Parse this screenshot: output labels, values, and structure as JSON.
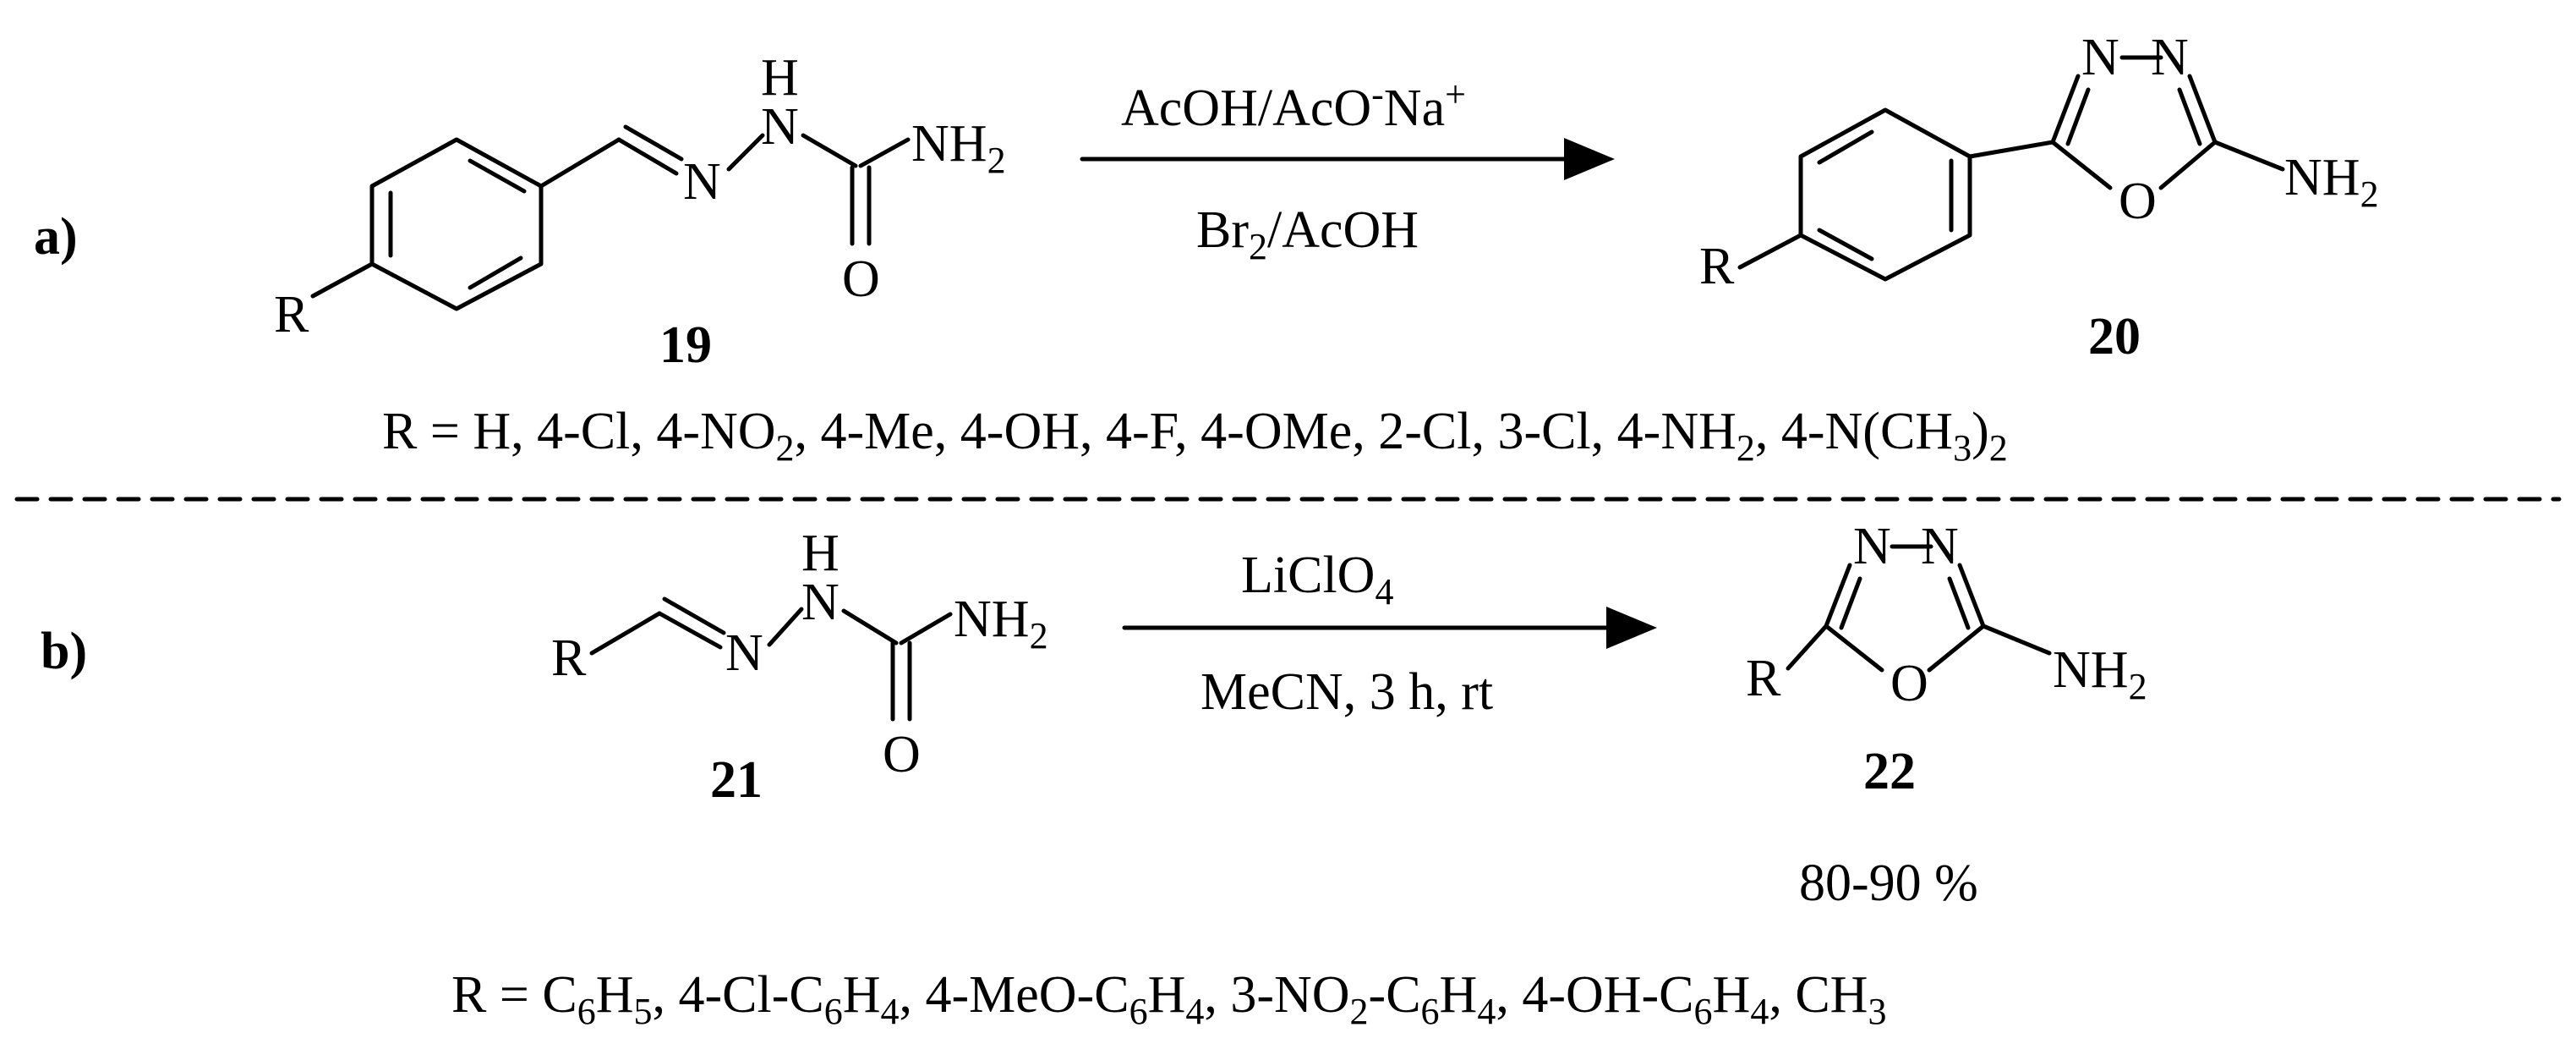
{
  "scheme_a": {
    "label": "a)",
    "reactant": {
      "number": "19",
      "substituent": "R",
      "atoms": {
        "n1": "N",
        "nh_n": "N",
        "nh_h": "H",
        "carbonyl_o": "O",
        "amine_nh": "NH",
        "amine_sub": "2"
      }
    },
    "conditions": {
      "above": {
        "main": "AcOH/AcO",
        "minus": "-",
        "na": "Na",
        "plus": "+"
      },
      "below": {
        "br": "Br",
        "br_sub": "2",
        "rest": "/AcOH"
      }
    },
    "product": {
      "number": "20",
      "substituent": "R",
      "atoms": {
        "n_left": "N",
        "n_right": "N",
        "ring_o": "O",
        "amine_nh": "NH",
        "amine_sub": "2"
      }
    },
    "substituents_line": [
      {
        "t": "R = H, 4-Cl, 4-NO"
      },
      {
        "s": "2"
      },
      {
        "t": ", 4-Me, 4-OH, 4-F, 4-OMe, 2-Cl, 3-Cl, 4-NH"
      },
      {
        "s": "2"
      },
      {
        "t": ", 4-N(CH"
      },
      {
        "s": "3"
      },
      {
        "t": ")"
      },
      {
        "s": "2"
      }
    ]
  },
  "scheme_b": {
    "label": "b)",
    "reactant": {
      "number": "21",
      "substituent": "R",
      "atoms": {
        "n1": "N",
        "nh_n": "N",
        "nh_h": "H",
        "carbonyl_o": "O",
        "amine_nh": "NH",
        "amine_sub": "2"
      }
    },
    "conditions": {
      "above": {
        "main": "LiClO",
        "sub": "4"
      },
      "below": "MeCN, 3 h, rt"
    },
    "product": {
      "number": "22",
      "substituent": "R",
      "atoms": {
        "n_left": "N",
        "n_right": "N",
        "ring_o": "O",
        "amine_nh": "NH",
        "amine_sub": "2"
      },
      "yield": "80-90 %"
    },
    "substituents_line": [
      {
        "t": "R = C"
      },
      {
        "s": "6"
      },
      {
        "t": "H"
      },
      {
        "s": "5"
      },
      {
        "t": ", 4-Cl-C"
      },
      {
        "s": "6"
      },
      {
        "t": "H"
      },
      {
        "s": "4"
      },
      {
        "t": ", 4-MeO-C"
      },
      {
        "s": "6"
      },
      {
        "t": "H"
      },
      {
        "s": "4"
      },
      {
        "t": ", 3-NO"
      },
      {
        "s": "2"
      },
      {
        "t": "-C"
      },
      {
        "s": "6"
      },
      {
        "t": "H"
      },
      {
        "s": "4"
      },
      {
        "t": ", 4-OH-C"
      },
      {
        "s": "6"
      },
      {
        "t": "H"
      },
      {
        "s": "4"
      },
      {
        "t": ", CH"
      },
      {
        "s": "3"
      }
    ]
  }
}
